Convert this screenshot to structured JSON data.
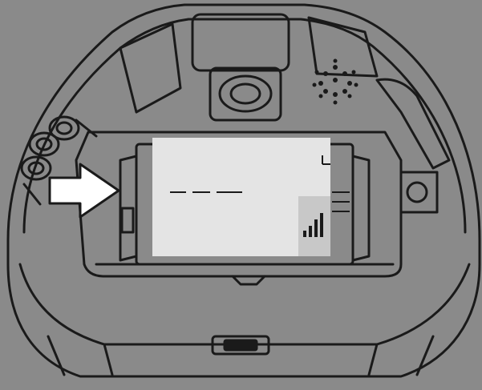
{
  "diagram": {
    "colors": {
      "background": "#8a8a8a",
      "line": "#1a1a1a",
      "label_fill": "#e4e4e4",
      "label_shadow": "#c8c8c8",
      "arrow_fill": "#ffffff"
    },
    "parts": [
      "device-outer-shell",
      "top-left-compartment",
      "top-center-compartment",
      "top-right-compartment",
      "port-recess",
      "speaker-grille-icon",
      "left-side-connectors",
      "battery-bay",
      "battery-label-sticker",
      "insert-direction-arrow-icon",
      "right-side-latch",
      "bottom-clip"
    ]
  }
}
